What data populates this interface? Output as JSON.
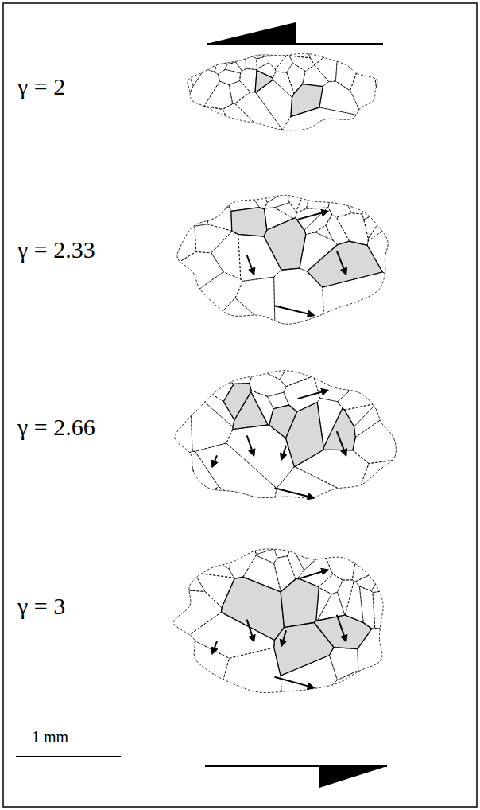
{
  "diagram": {
    "labels": [
      "γ = 2",
      "γ = 2.33",
      "γ = 2.66",
      "γ = 3",
      "1 mm"
    ]
  }
}
